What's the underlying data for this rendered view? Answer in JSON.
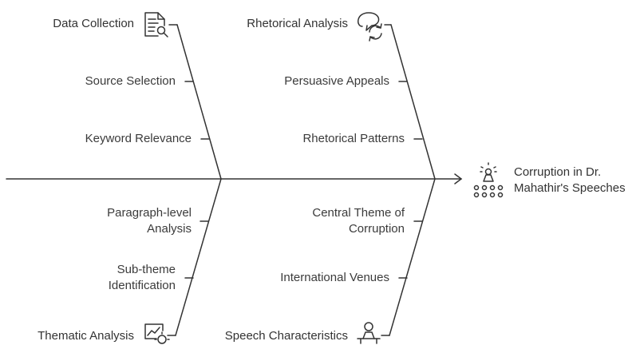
{
  "effect": {
    "line1": "Corruption in Dr.",
    "line2": "Mahathir's Speeches",
    "icon": "speaker-at-podium-icon"
  },
  "categories": {
    "top_left": {
      "label": "Data Collection",
      "icon": "document-search-icon"
    },
    "top_right": {
      "label": "Rhetorical Analysis",
      "icon": "speech-bubbles-refresh-icon"
    },
    "bottom_left": {
      "label": "Thematic Analysis",
      "icon": "chart-settings-icon"
    },
    "bottom_right": {
      "label": "Speech Characteristics",
      "icon": "speaker-podium-icon"
    }
  },
  "causes": {
    "top_left": [
      "Source Selection",
      "Keyword Relevance"
    ],
    "top_right": [
      "Persuasive Appeals",
      "Rhetorical Patterns"
    ],
    "bottom_left": [
      {
        "line1": "Paragraph-level",
        "line2": "Analysis"
      },
      {
        "line1": "Sub-theme",
        "line2": "Identification"
      }
    ],
    "bottom_right": [
      {
        "line1": "Central Theme of",
        "line2": "Corruption"
      },
      {
        "line1": "International Venues",
        "line2": ""
      }
    ]
  }
}
